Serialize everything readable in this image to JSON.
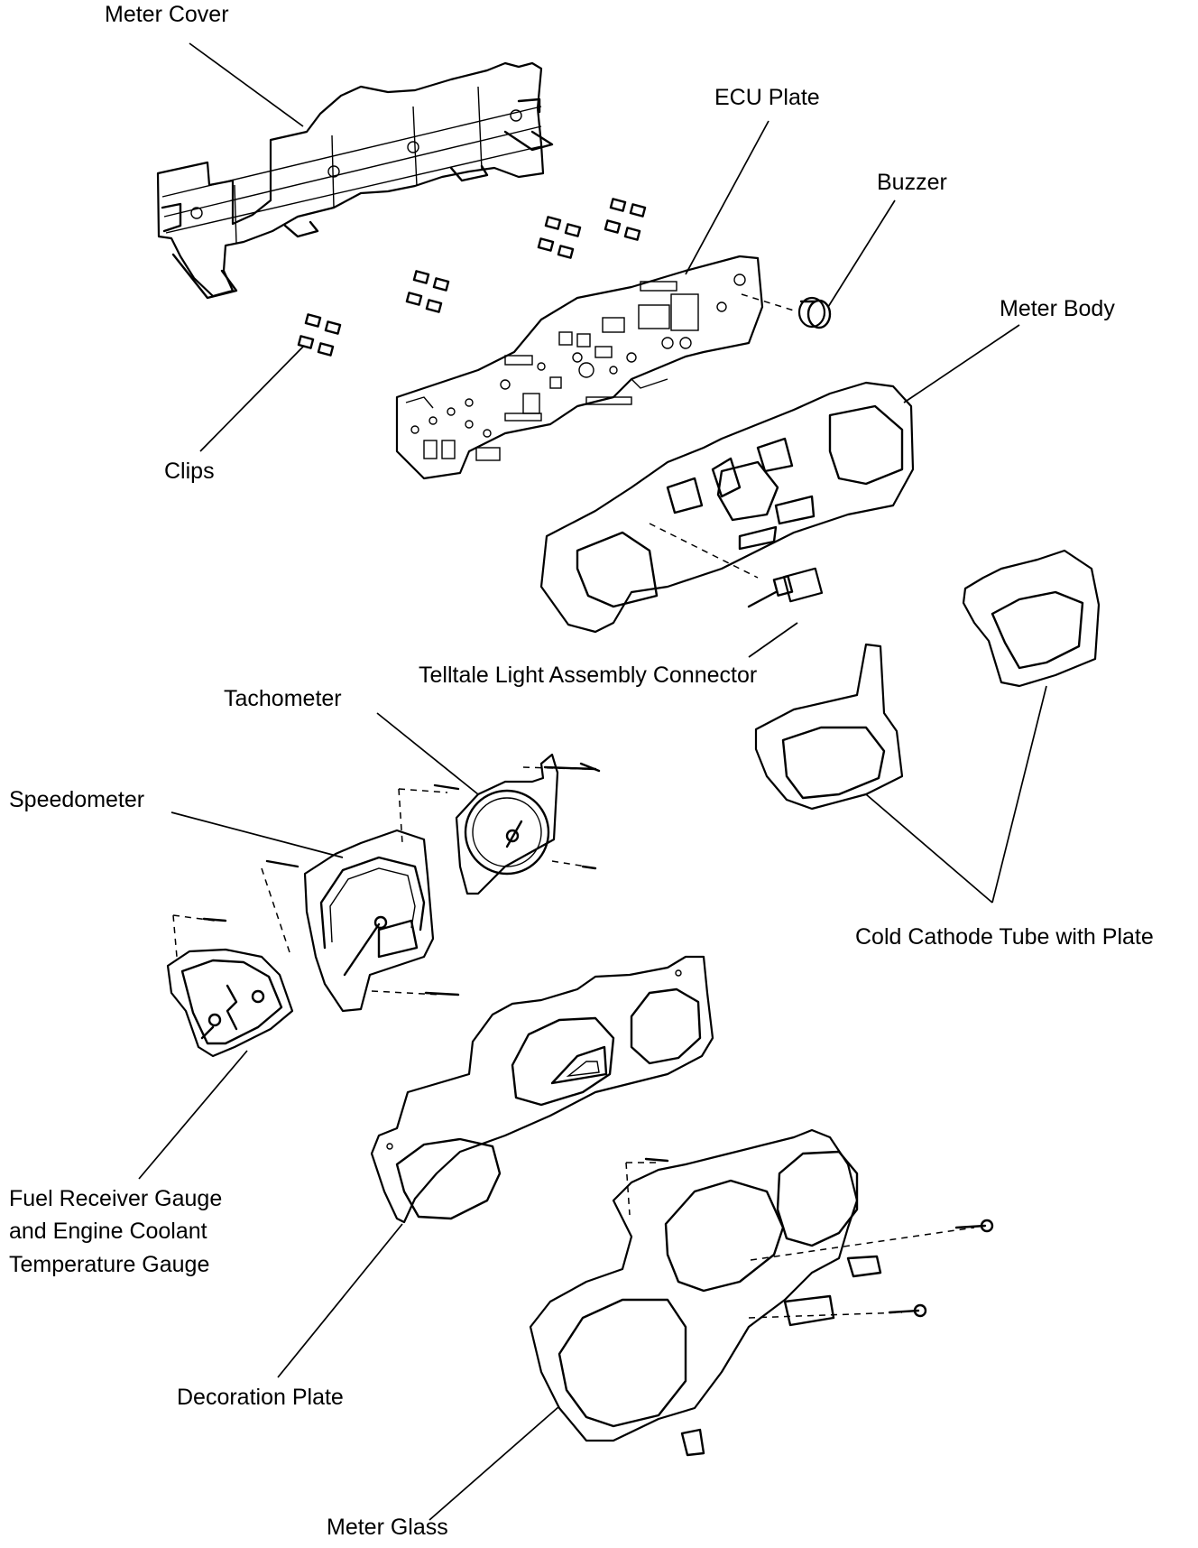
{
  "labels": {
    "meter_cover": "Meter Cover",
    "ecu_plate": "ECU Plate",
    "buzzer": "Buzzer",
    "meter_body": "Meter Body",
    "clips": "Clips",
    "telltale_connector": "Telltale Light Assembly Connector",
    "tachometer": "Tachometer",
    "speedometer": "Speedometer",
    "cold_cathode_tube": "Cold Cathode Tube with Plate",
    "fuel_gauge_line1": "Fuel Receiver Gauge",
    "fuel_gauge_line2": "and Engine Coolant",
    "fuel_gauge_line3": "Temperature Gauge",
    "decoration_plate": "Decoration Plate",
    "meter_glass": "Meter Glass"
  }
}
